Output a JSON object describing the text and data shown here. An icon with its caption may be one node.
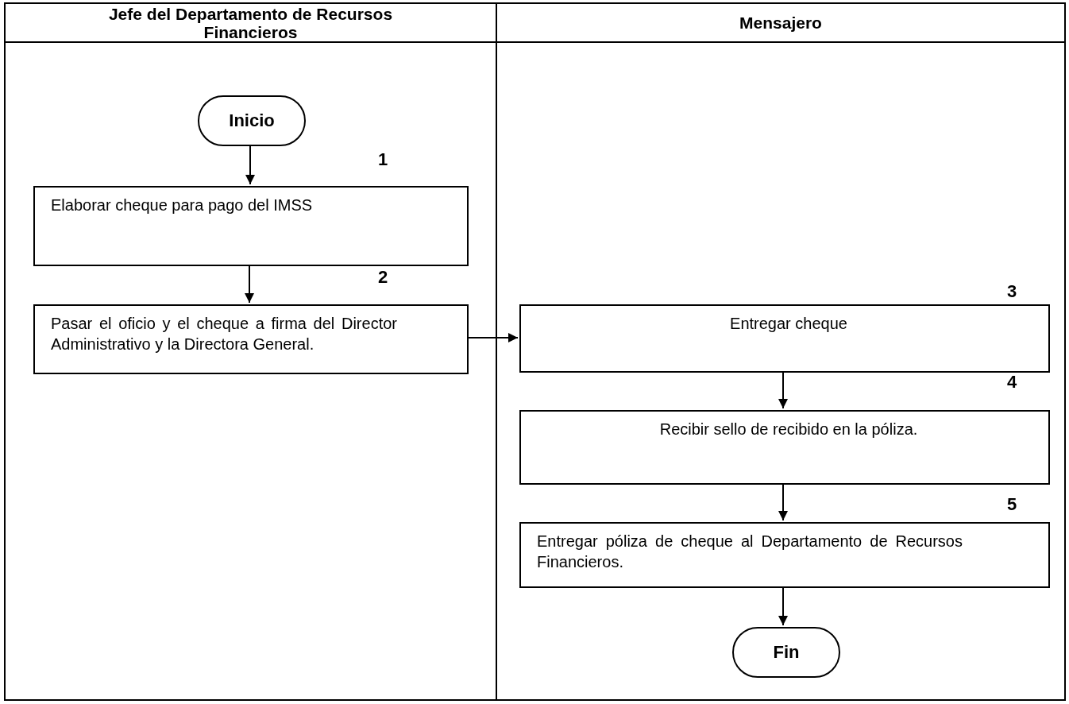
{
  "diagram": {
    "nodes": [
      {
        "text": [
          "Jefe del Departamento de Recursos Financieros"
        ]
      },
      {
        "text": [
          "Mensajero"
        ]
      },
      {
        "text": [
          "Inicio"
        ],
        "in": 0
      },
      {
        "text": [
          "Elaborar cheque para pago del IMSS"
        ],
        "in": 0
      },
      {
        "text": [
          "Pasar el oficio y el cheque a firma del Director Administrativo y la Directora General."
        ],
        "in": 0
      },
      {
        "text": [
          "Entregar cheque"
        ],
        "in": 1
      },
      {
        "text": [
          "Recibir sello de recibido en la póliza."
        ],
        "in": 1
      },
      {
        "text": [
          "Entregar póliza de cheque al Departamento de Recursos Financieros."
        ],
        "in": 1
      },
      {
        "text": [
          "Fin"
        ],
        "in": 1
      }
    ],
    "edges": [
      {
        "from": 2,
        "to": 3,
        "arrow": "to"
      },
      {
        "from": 3,
        "to": 4,
        "arrow": "to"
      },
      {
        "from": 4,
        "to": 5,
        "arrow": "to"
      },
      {
        "from": 5,
        "to": 6,
        "arrow": "to"
      },
      {
        "from": 6,
        "to": 7,
        "arrow": "to"
      },
      {
        "from": 7,
        "to": 8,
        "arrow": "to"
      }
    ],
    "labels": [
      "1",
      "2",
      "3",
      "4",
      "5"
    ]
  }
}
